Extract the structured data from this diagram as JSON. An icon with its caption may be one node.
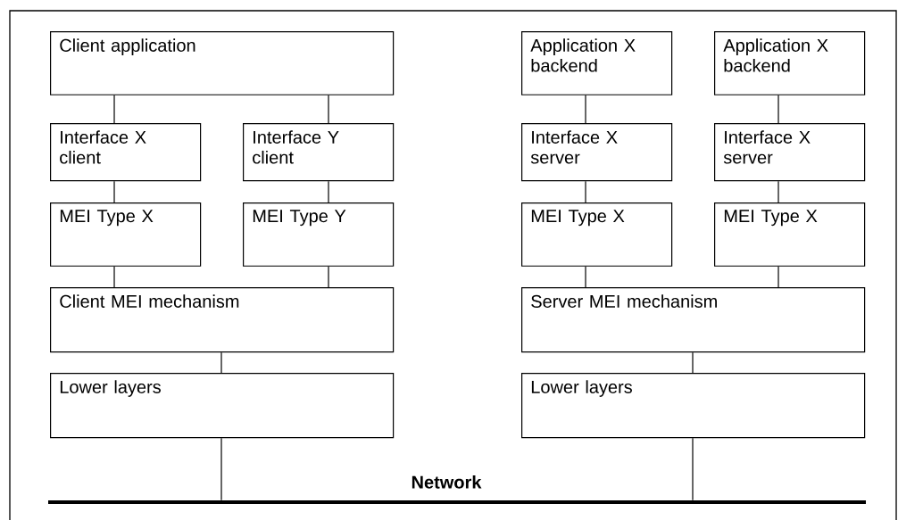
{
  "diagram": {
    "nodes": [
      {
        "text": [
          "Client application"
        ]
      },
      {
        "text": [
          "Interface X client"
        ]
      },
      {
        "text": [
          "Interface Y client"
        ]
      },
      {
        "text": [
          "MEI Type X"
        ]
      },
      {
        "text": [
          "MEI Type Y"
        ]
      },
      {
        "text": [
          "Client MEI mechanism"
        ]
      },
      {
        "text": [
          "Lower layers"
        ]
      },
      {
        "text": [
          "Application X backend"
        ]
      },
      {
        "text": [
          "Application X backend"
        ]
      },
      {
        "text": [
          "Interface X server"
        ]
      },
      {
        "text": [
          "Interface X server"
        ]
      },
      {
        "text": [
          "MEI Type X"
        ]
      },
      {
        "text": [
          "MEI Type X"
        ]
      },
      {
        "text": [
          "Server MEI mechanism"
        ]
      },
      {
        "text": [
          "Lower layers"
        ]
      },
      {
        "text": [
          "Network"
        ]
      }
    ],
    "edges": [
      {
        "from": 0,
        "to": 1,
        "arrow": "none"
      },
      {
        "from": 0,
        "to": 2,
        "arrow": "none"
      },
      {
        "from": 1,
        "to": 3,
        "arrow": "none"
      },
      {
        "from": 2,
        "to": 4,
        "arrow": "none"
      },
      {
        "from": 3,
        "to": 5,
        "arrow": "none"
      },
      {
        "from": 4,
        "to": 5,
        "arrow": "none"
      },
      {
        "from": 5,
        "to": 6,
        "arrow": "none"
      },
      {
        "from": 6,
        "to": 15,
        "arrow": "none"
      },
      {
        "from": 7,
        "to": 9,
        "arrow": "none"
      },
      {
        "from": 8,
        "to": 10,
        "arrow": "none"
      },
      {
        "from": 9,
        "to": 11,
        "arrow": "none"
      },
      {
        "from": 10,
        "to": 12,
        "arrow": "none"
      },
      {
        "from": 11,
        "to": 13,
        "arrow": "none"
      },
      {
        "from": 12,
        "to": 13,
        "arrow": "none"
      },
      {
        "from": 13,
        "to": 14,
        "arrow": "none"
      },
      {
        "from": 14,
        "to": 15,
        "arrow": "none"
      }
    ]
  }
}
